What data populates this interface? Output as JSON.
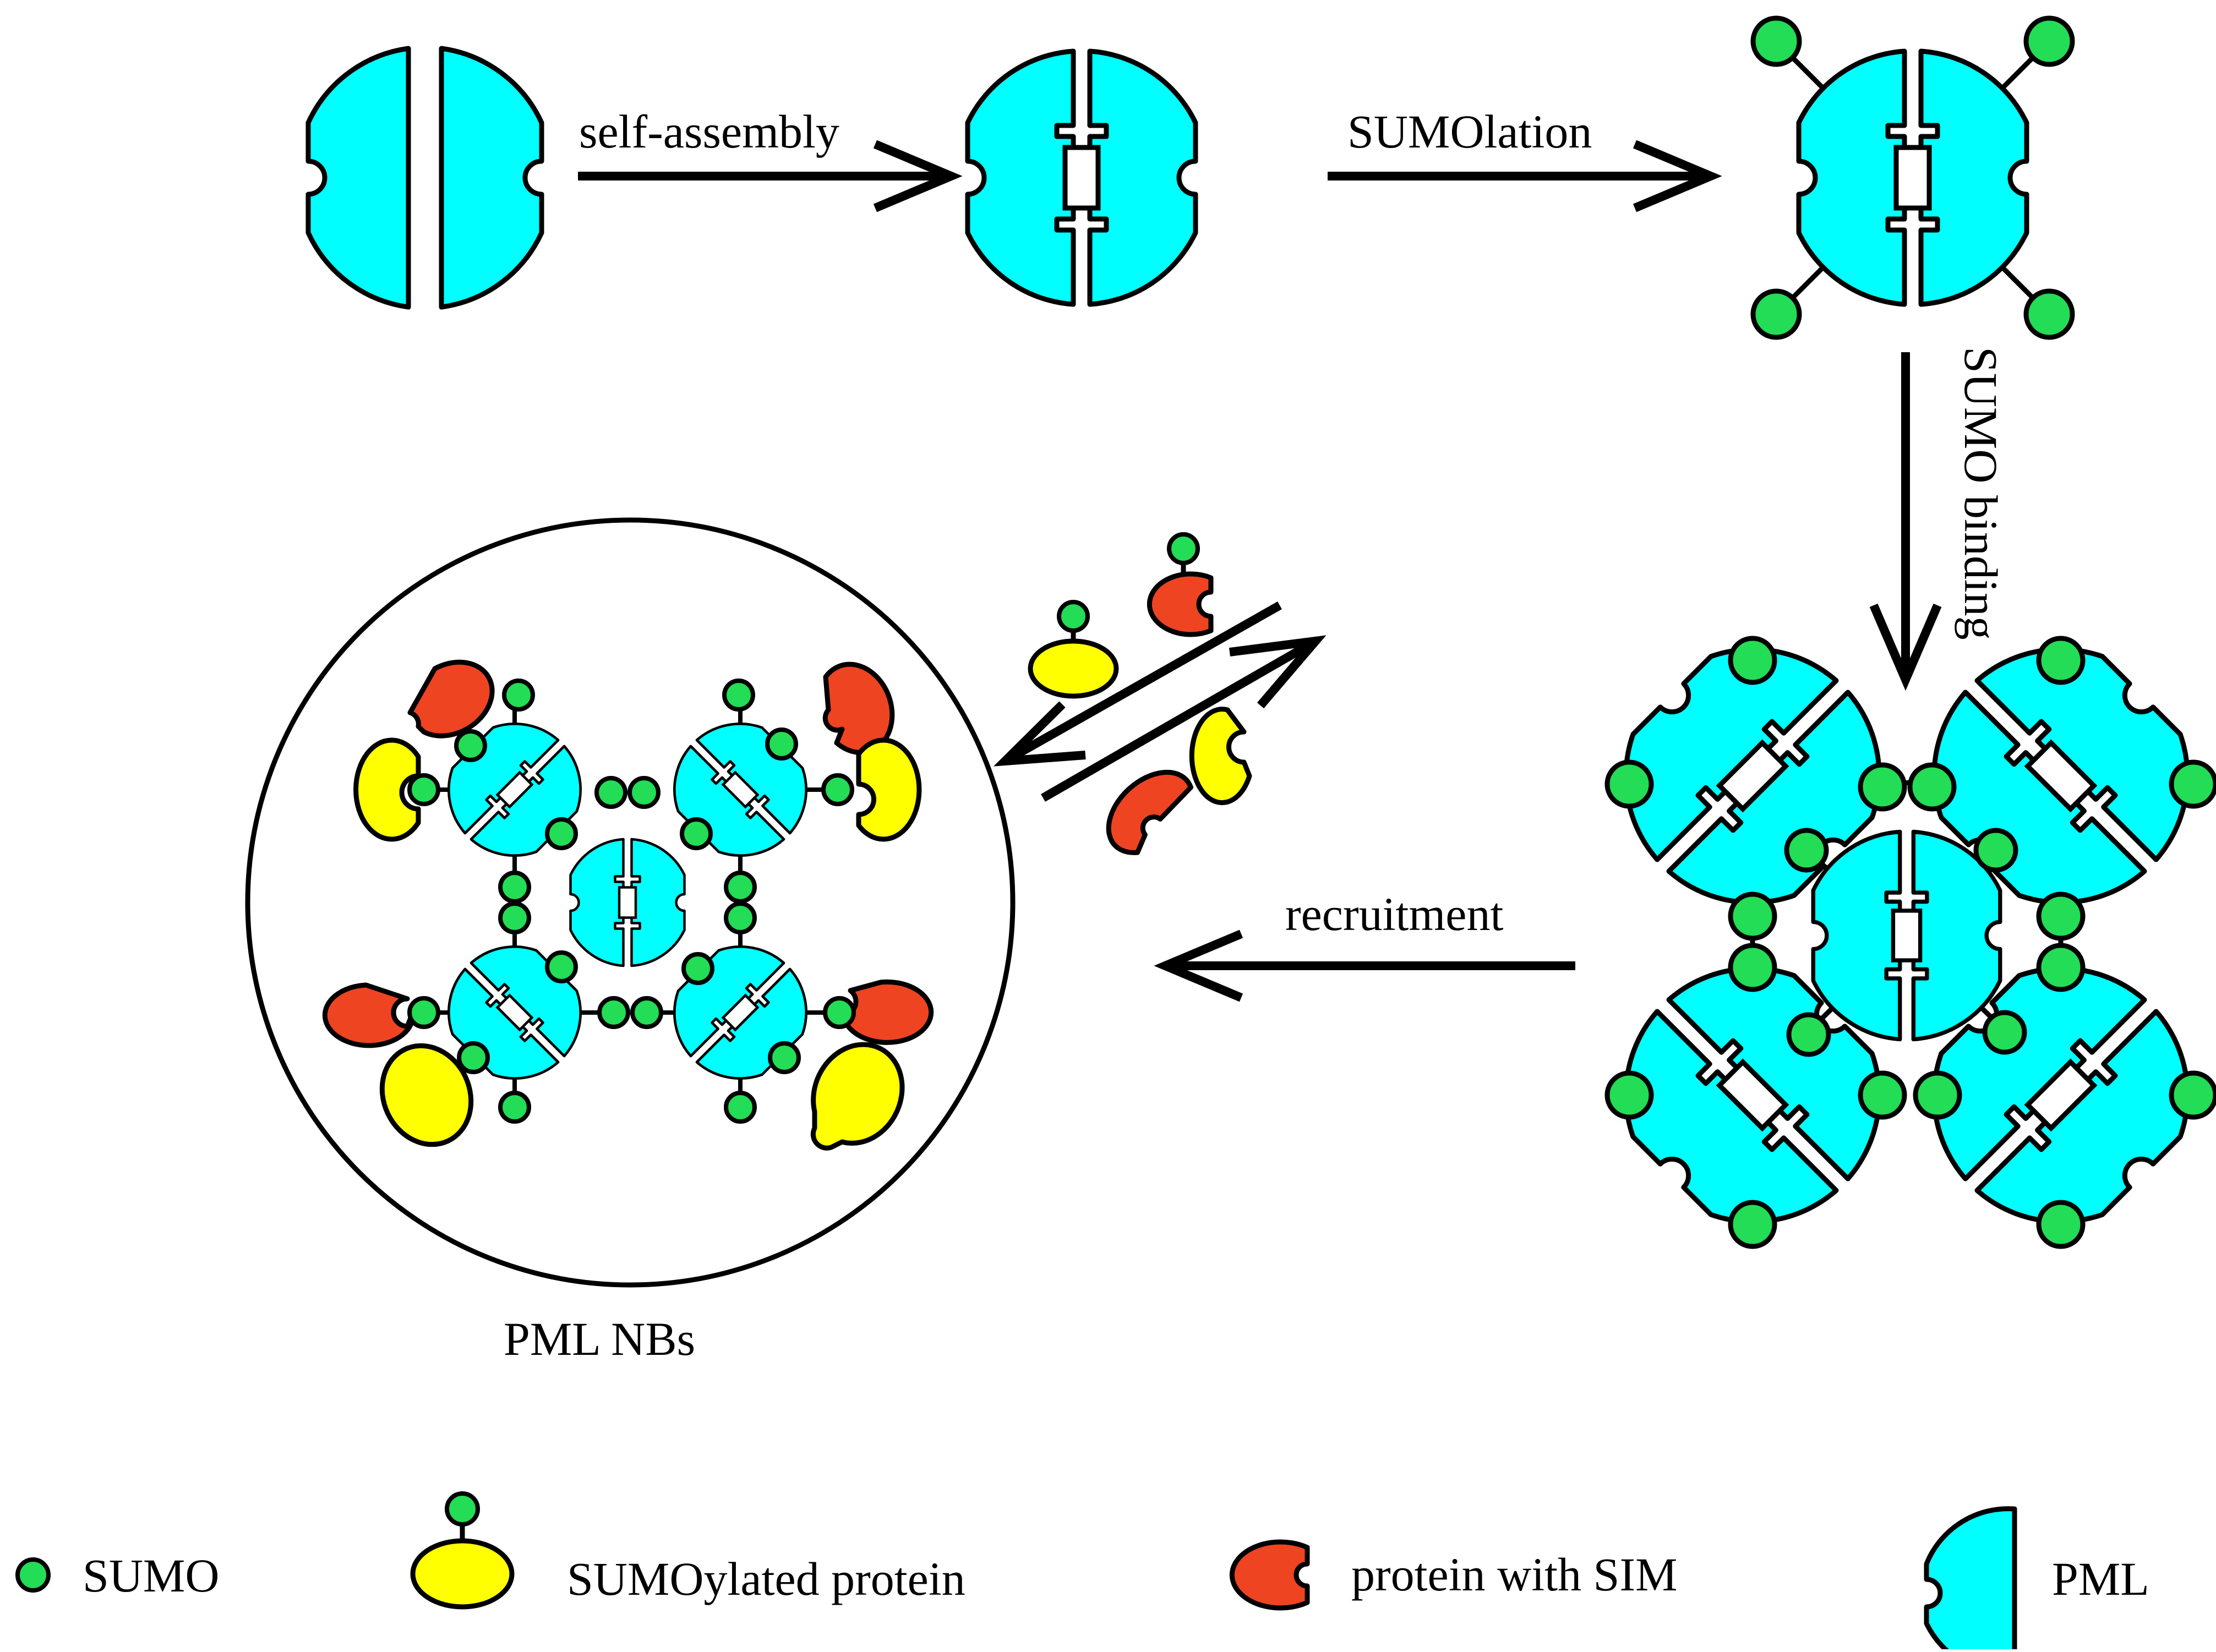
{
  "labels": {
    "step1": "self-assembly",
    "step2": "SUMOlation",
    "step3": "SUMO binding",
    "step4": "recruitment",
    "pml_nbs": "PML NBs"
  },
  "legend": {
    "sumo": "SUMO",
    "sumoylated_protein": "SUMOylated protein",
    "protein_with_sim": "protein with SIM",
    "pml": "PML"
  },
  "colors": {
    "pml": "#00ffff",
    "sumo": "#22dd55",
    "sumoylated_protein": "#ffff00",
    "protein_with_sim": "#ee4422",
    "outline": "#000000"
  }
}
